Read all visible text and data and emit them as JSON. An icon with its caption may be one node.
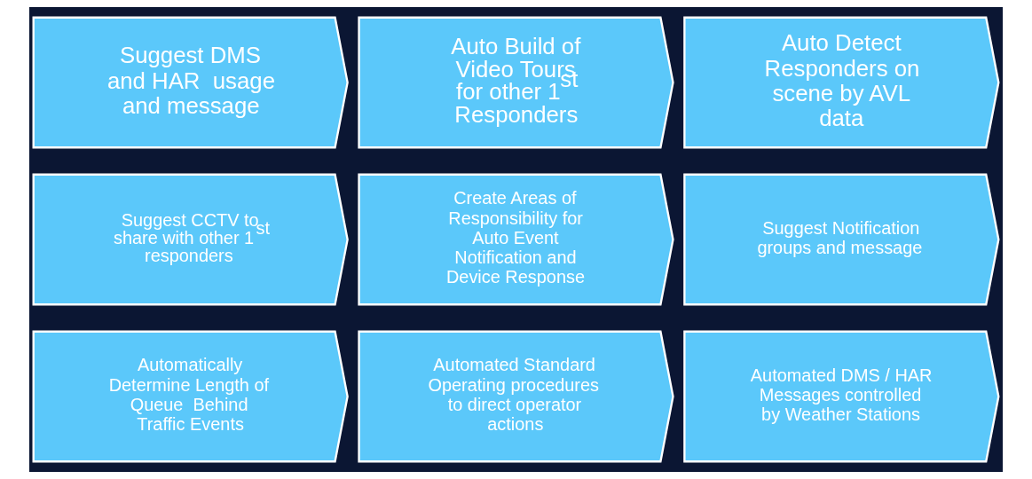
{
  "diagram": {
    "nodes": [
      {
        "text": [
          "Suggest DMS and HAR  usage and message"
        ]
      },
      {
        "text": [
          "Auto Build of Video Tours for other 1$^{st}$ Responders"
        ]
      },
      {
        "text": [
          "Auto Detect Responders on scene by AVL data"
        ]
      },
      {
        "text": [
          "Suggest CCTV to share with other 1$^{st}$ responders"
        ]
      },
      {
        "text": [
          "Create Areas of Responsibility for Auto Event Notification and Device Response"
        ]
      },
      {
        "text": [
          "Suggest Notification groups and message"
        ]
      },
      {
        "text": [
          "Automatically Determine Length of Queue  Behind Traffic Events"
        ]
      },
      {
        "text": [
          "Automated Standard Operating procedures to direct operator actions"
        ]
      },
      {
        "text": [
          "Automated DMS / HAR Messages controlled by Weather Stations"
        ]
      }
    ]
  }
}
